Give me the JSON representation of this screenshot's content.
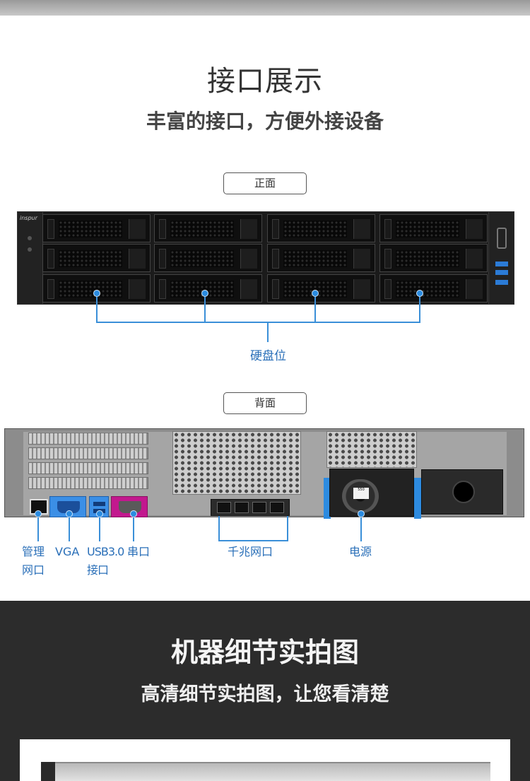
{
  "interface_section": {
    "title": "接口展示",
    "subtitle": "丰富的接口，方便外接设备"
  },
  "front": {
    "tab_label": "正面",
    "brand": "inspur",
    "callout": "硬盘位"
  },
  "rear": {
    "tab_label": "背面",
    "callouts": {
      "mgmt_line1": "管理",
      "mgmt_line2": "网口",
      "vga": "VGA",
      "usb_line1": "USB3.0",
      "usb_line2": "接口",
      "serial": "串口",
      "gigabit": "千兆网口",
      "power": "电源"
    },
    "psu_label": "550"
  },
  "detail_section": {
    "title": "机器细节实拍图",
    "subtitle": "高清细节实拍图，让您看清楚"
  },
  "colors": {
    "accent_blue": "#2a6fb8",
    "vga_blue": "#3b8fe6",
    "serial_magenta": "#c2188e",
    "dark_band": "#2c2c2c"
  }
}
